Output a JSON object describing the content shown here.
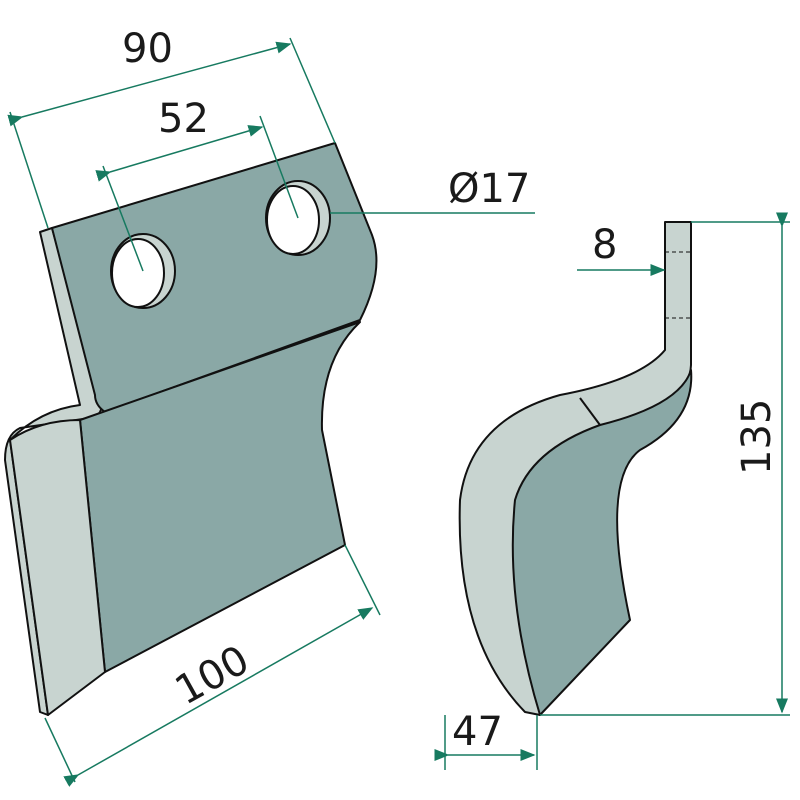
{
  "dimensions": {
    "width_total": "90",
    "hole_spacing": "52",
    "hole_diameter": "Ø17",
    "bottom_width": "100",
    "thickness": "8",
    "height": "135",
    "depth": "47"
  },
  "colors": {
    "face": "#8aa8a6",
    "edge": "#c8d4d0",
    "dimension_line": "#177a60"
  }
}
